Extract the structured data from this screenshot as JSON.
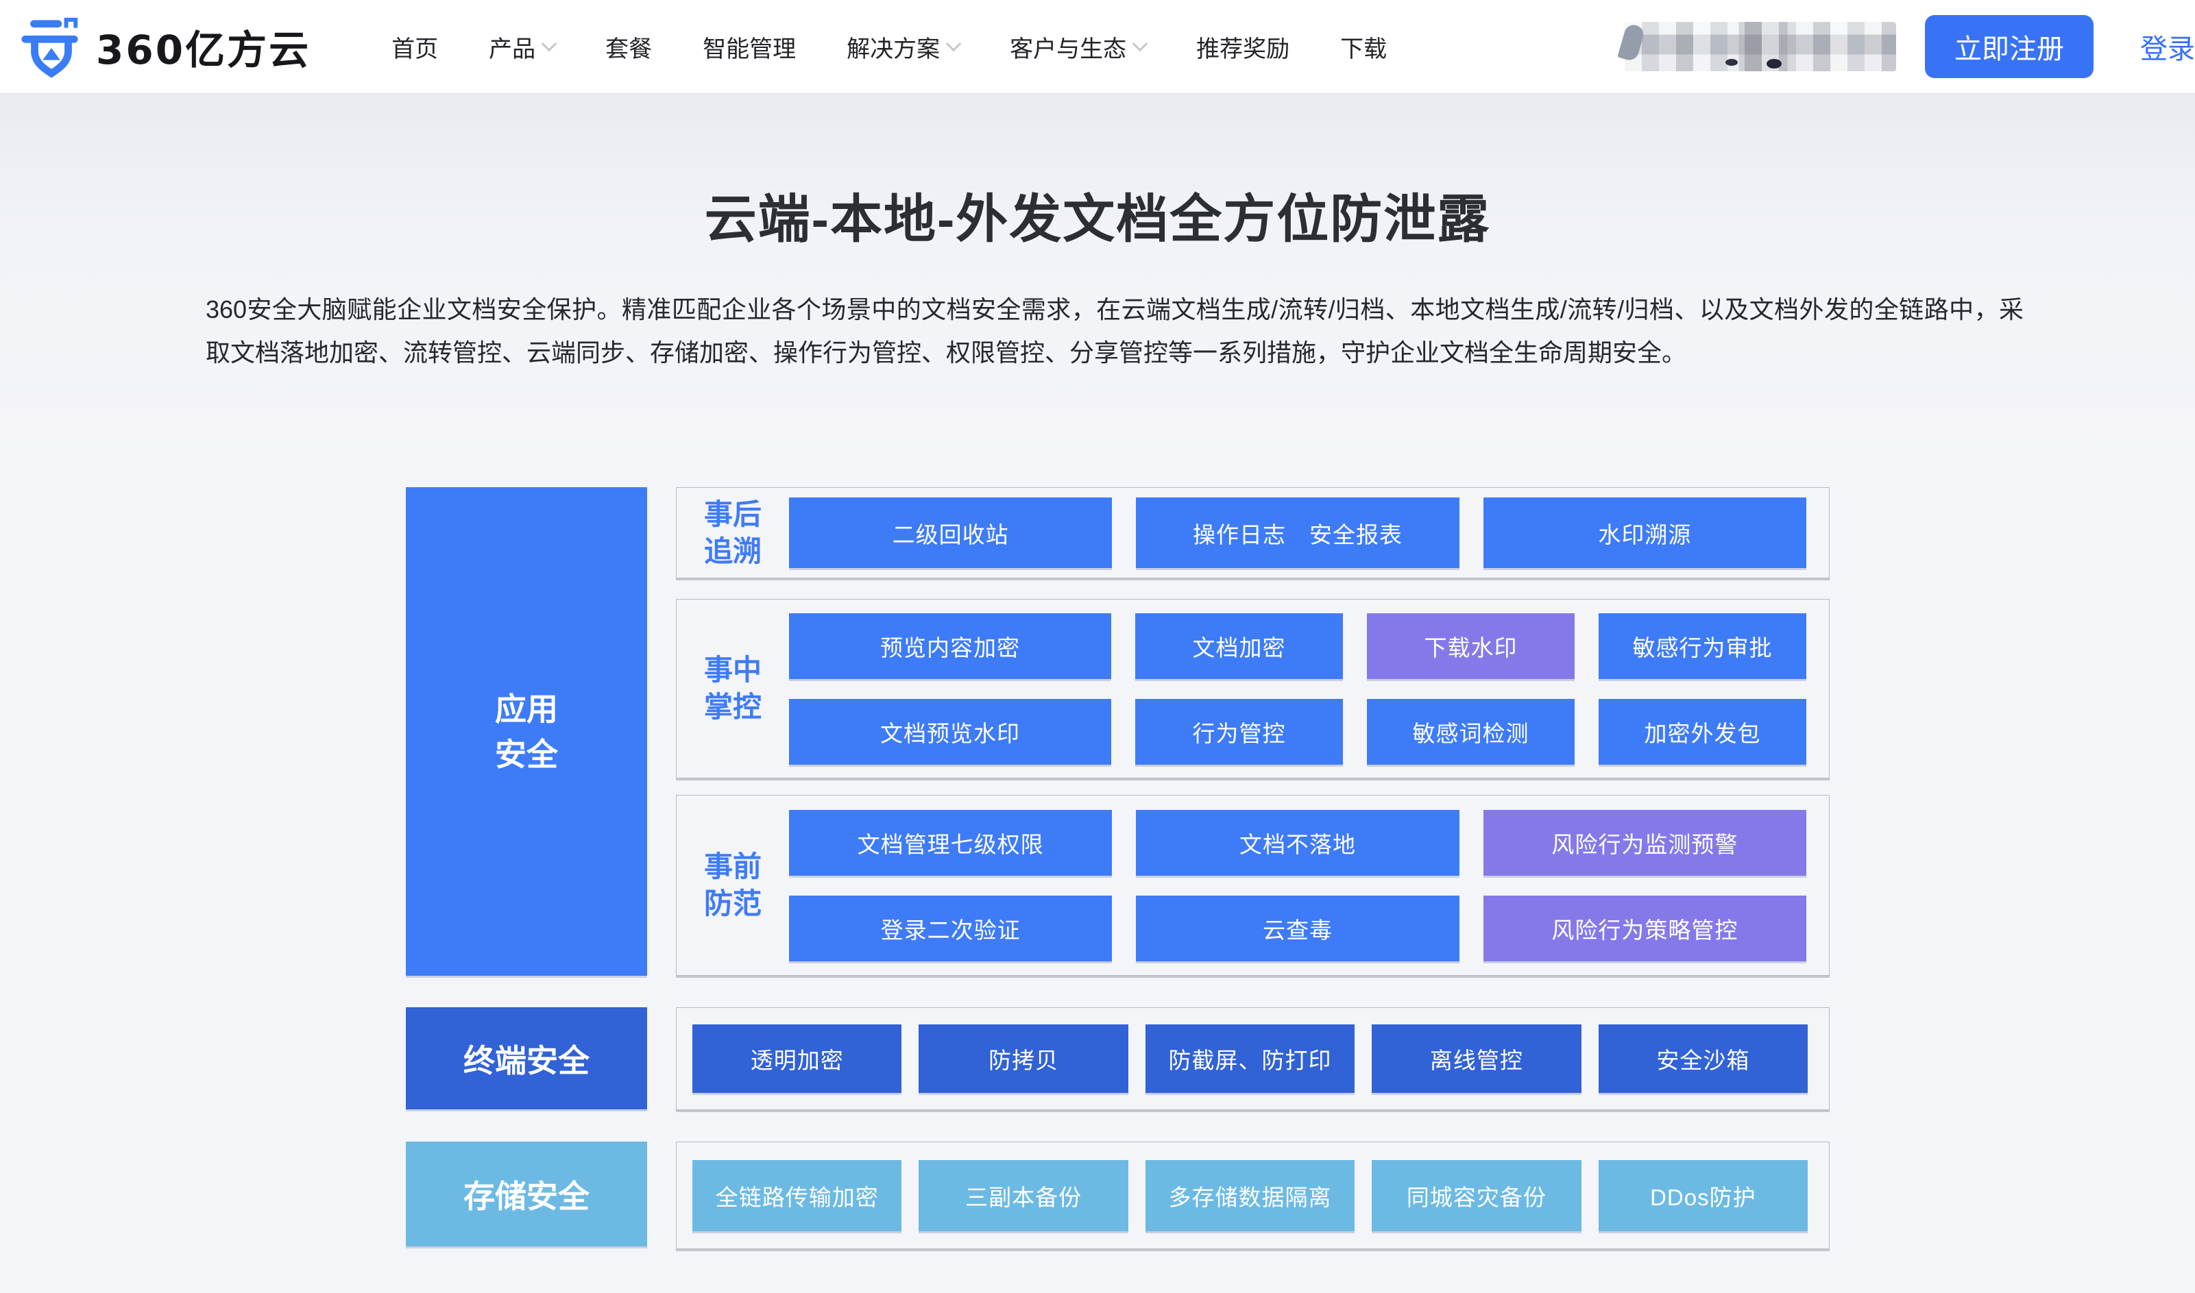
{
  "header": {
    "logo": {
      "text": "360亿方云"
    },
    "nav": [
      {
        "label": "首页",
        "dropdown": false
      },
      {
        "label": "产品",
        "dropdown": true
      },
      {
        "label": "套餐",
        "dropdown": false
      },
      {
        "label": "智能管理",
        "dropdown": false
      },
      {
        "label": "解决方案",
        "dropdown": true
      },
      {
        "label": "客户与生态",
        "dropdown": true
      },
      {
        "label": "推荐奖励",
        "dropdown": false
      },
      {
        "label": "下载",
        "dropdown": false
      }
    ],
    "register_label": "立即注册",
    "login_label": "登录"
  },
  "hero": {
    "title": "云端-本地-外发文档全方位防泄露",
    "description": "360安全大脑赋能企业文档安全保护。精准匹配企业各个场景中的文档安全需求，在云端文档生成/流转/归档、本地文档生成/流转/归档、以及文档外发的全链路中，采取文档落地加密、流转管控、云端同步、存储加密、操作行为管控、权限管控、分享管控等一系列措施，守护企业文档全生命周期安全。"
  },
  "diagram": {
    "side": [
      {
        "label": "应用安全"
      },
      {
        "label": "终端安全"
      },
      {
        "label": "存储安全"
      }
    ],
    "panels": [
      {
        "label": "事后追溯",
        "rows": [
          [
            "二级回收站",
            "操作日志　安全报表",
            "水印溯源"
          ]
        ]
      },
      {
        "label": "事中掌控",
        "rows": [
          [
            "预览内容加密",
            "文档加密",
            "下载水印",
            "敏感行为审批"
          ],
          [
            "文档预览水印",
            "行为管控",
            "敏感词检测",
            "加密外发包"
          ]
        ]
      },
      {
        "label": "事前防范",
        "rows": [
          [
            "文档管理七级权限",
            "文档不落地",
            "风险行为监测预警"
          ],
          [
            "登录二次验证",
            "云查毒",
            "风险行为策略管控"
          ]
        ]
      },
      {
        "label": "",
        "rows": [
          [
            "透明加密",
            "防拷贝",
            "防截屏、防打印",
            "离线管控",
            "安全沙箱"
          ]
        ]
      },
      {
        "label": "",
        "rows": [
          [
            "全链路传输加密",
            "三副本备份",
            "多存储数据隔离",
            "同城容灾备份",
            "DDos防护"
          ]
        ]
      }
    ]
  },
  "colors": {
    "primary_blue": "#3e7bf7",
    "dark_blue": "#3162d6",
    "light_blue": "#6cbae4",
    "purple": "#8579ea",
    "button_blue": "#3873f5",
    "login_link_blue": "#3471f8"
  }
}
